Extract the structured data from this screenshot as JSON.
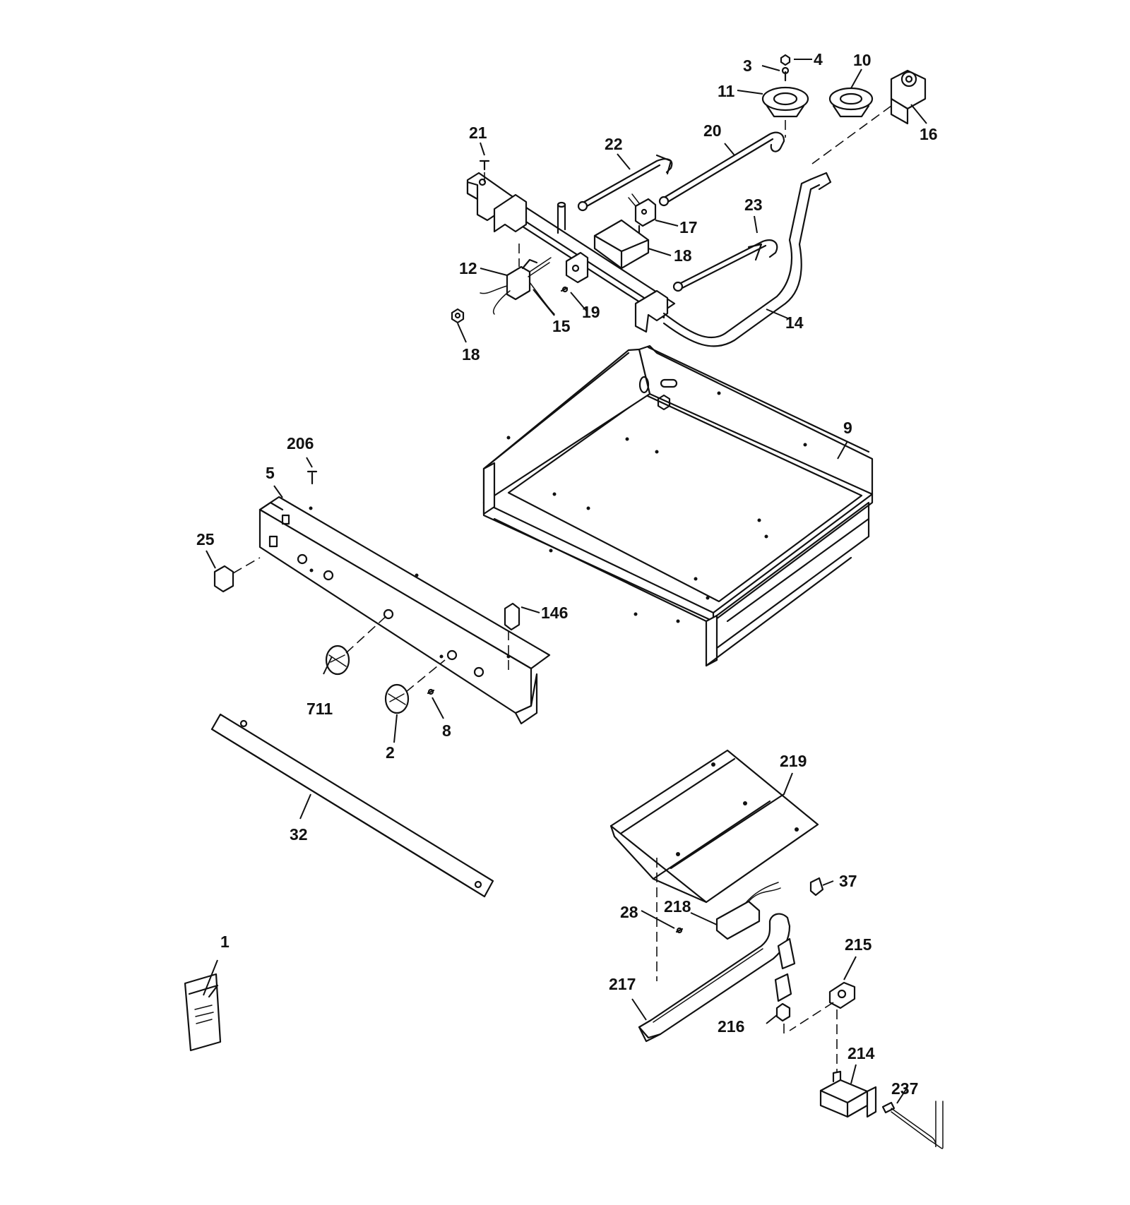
{
  "callouts": [
    {
      "id": "c1",
      "text": "1"
    },
    {
      "id": "c2",
      "text": "2"
    },
    {
      "id": "c3",
      "text": "3"
    },
    {
      "id": "c4",
      "text": "4"
    },
    {
      "id": "c5",
      "text": "5"
    },
    {
      "id": "c8",
      "text": "8"
    },
    {
      "id": "c9",
      "text": "9"
    },
    {
      "id": "c10",
      "text": "10"
    },
    {
      "id": "c11",
      "text": "11"
    },
    {
      "id": "c12",
      "text": "12"
    },
    {
      "id": "c14",
      "text": "14"
    },
    {
      "id": "c15",
      "text": "15"
    },
    {
      "id": "c16",
      "text": "16"
    },
    {
      "id": "c17",
      "text": "17"
    },
    {
      "id": "c18a",
      "text": "18"
    },
    {
      "id": "c18b",
      "text": "18"
    },
    {
      "id": "c19",
      "text": "19"
    },
    {
      "id": "c20",
      "text": "20"
    },
    {
      "id": "c21",
      "text": "21"
    },
    {
      "id": "c22",
      "text": "22"
    },
    {
      "id": "c23",
      "text": "23"
    },
    {
      "id": "c25",
      "text": "25"
    },
    {
      "id": "c28",
      "text": "28"
    },
    {
      "id": "c32",
      "text": "32"
    },
    {
      "id": "c37",
      "text": "37"
    },
    {
      "id": "c146",
      "text": "146"
    },
    {
      "id": "c206",
      "text": "206"
    },
    {
      "id": "c214",
      "text": "214"
    },
    {
      "id": "c215",
      "text": "215"
    },
    {
      "id": "c216",
      "text": "216"
    },
    {
      "id": "c217",
      "text": "217"
    },
    {
      "id": "c218",
      "text": "218"
    },
    {
      "id": "c219",
      "text": "219"
    },
    {
      "id": "c237",
      "text": "237"
    },
    {
      "id": "c711",
      "text": "711"
    }
  ]
}
